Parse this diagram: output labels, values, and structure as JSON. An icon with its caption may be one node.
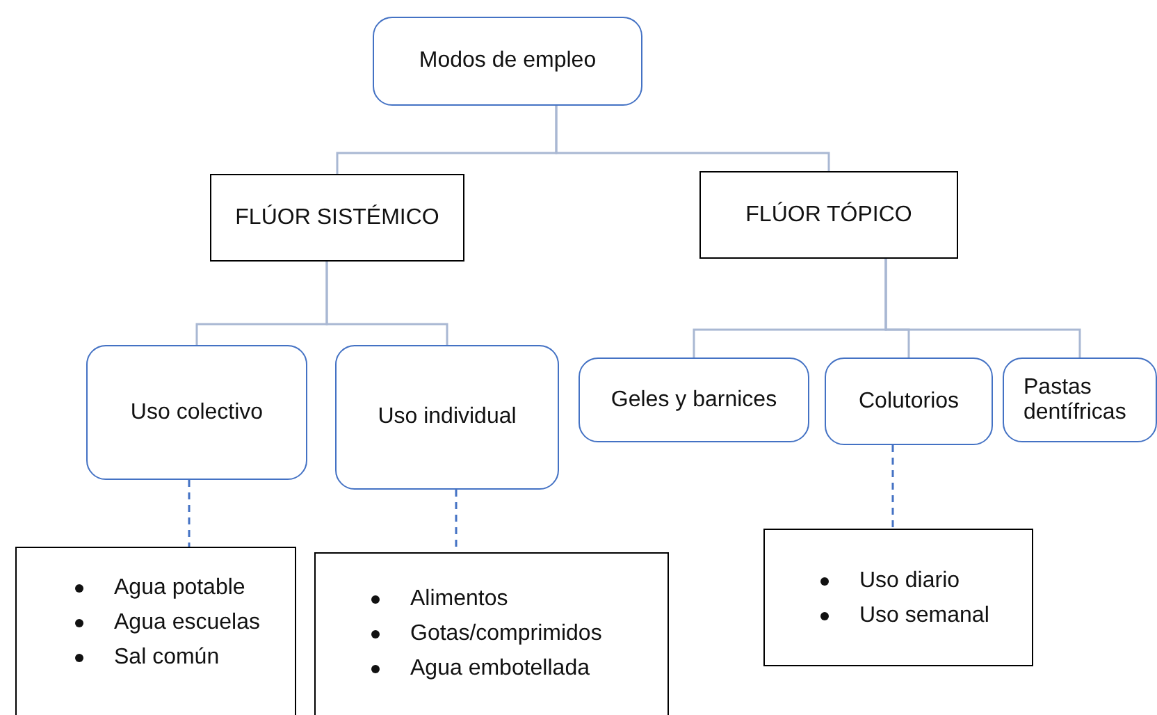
{
  "diagram": {
    "nodes": [
      {
        "text": [
          "Modos de empleo"
        ]
      },
      {
        "text": [
          "FLÚOR SISTÉMICO"
        ]
      },
      {
        "text": [
          "FLÚOR TÓPICO"
        ]
      },
      {
        "text": [
          "Uso colectivo"
        ]
      },
      {
        "text": [
          "Uso individual"
        ]
      },
      {
        "text": [
          "Geles y barnices"
        ]
      },
      {
        "text": [
          "Colutorios"
        ]
      },
      {
        "text": [
          "Pastas dentífricas"
        ]
      },
      {
        "text": [
          "Agua potable",
          "Agua escuelas",
          "Sal común"
        ]
      },
      {
        "text": [
          "Alimentos",
          "Gotas/comprimidos",
          "Agua embotellada"
        ]
      },
      {
        "text": [
          "Uso diario",
          "Uso semanal"
        ]
      }
    ],
    "edges": [
      {
        "from": 0,
        "to": 1,
        "arrow": "none"
      },
      {
        "from": 0,
        "to": 2,
        "arrow": "none"
      },
      {
        "from": 1,
        "to": 3,
        "arrow": "none"
      },
      {
        "from": 1,
        "to": 4,
        "arrow": "none"
      },
      {
        "from": 2,
        "to": 5,
        "arrow": "none"
      },
      {
        "from": 2,
        "to": 6,
        "arrow": "none"
      },
      {
        "from": 2,
        "to": 7,
        "arrow": "none"
      },
      {
        "from": 3,
        "to": 8,
        "arrow": "none",
        "style": "dashed",
        "color": "#4472c4"
      },
      {
        "from": 4,
        "to": 9,
        "arrow": "none",
        "style": "dashed",
        "color": "#4472c4"
      },
      {
        "from": 6,
        "to": 10,
        "arrow": "none",
        "style": "dashed",
        "color": "#4472c4"
      }
    ]
  }
}
